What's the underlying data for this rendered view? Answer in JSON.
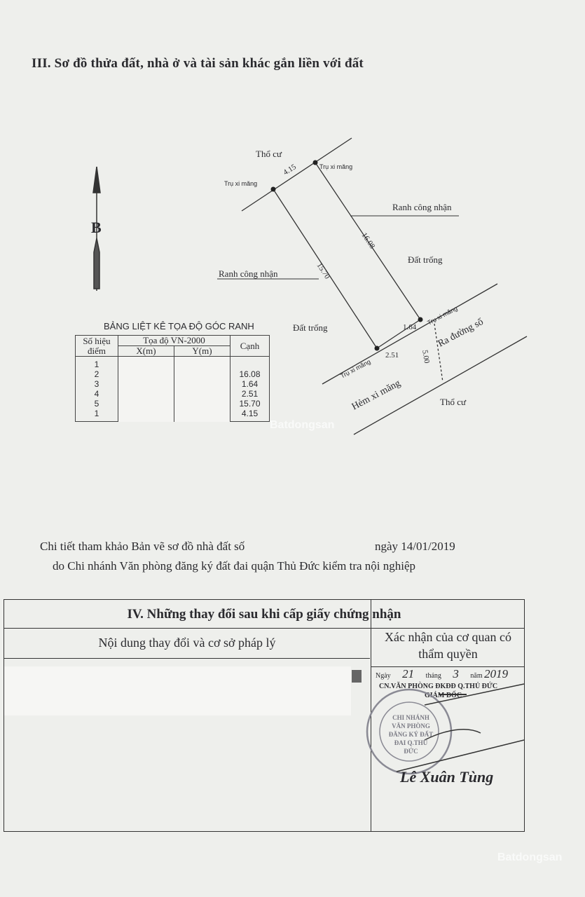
{
  "section3": {
    "title": "III. Sơ đồ thửa đất, nhà ở và tài sản khác gắn liền với đất",
    "north_label": "B",
    "diagram": {
      "tho_cu_top": "Thổ cư",
      "tru_1": "Trụ xi măng",
      "tru_2": "Trụ xi măng",
      "tru_3": "Trụ xi măng",
      "tru_4": "Trụ xi măng",
      "ranh_right": "Ranh công nhận",
      "ranh_left": "Ranh công nhận",
      "dat_trong_right": "Đất trống",
      "dat_trong_left": "Đất trống",
      "edge_top": "4.15",
      "edge_right": "16.08",
      "edge_left": "15.70",
      "edge_bottom_right": "1.64",
      "edge_bottom": "2.51",
      "road_width": "5.00",
      "ra_duong": "Ra đường số",
      "hem": "Hẻm xi măng",
      "tho_cu_bottom": "Thổ cư"
    },
    "table": {
      "title": "BẢNG LIỆT KÊ TỌA ĐỘ GÓC RANH",
      "col_point": "Số hiệu điểm",
      "col_coord": "Tọa độ VN-2000",
      "col_x": "X(m)",
      "col_y": "Y(m)",
      "col_edge": "Cạnh",
      "points": [
        "1",
        "2",
        "3",
        "4",
        "5",
        "1"
      ],
      "edges": [
        "",
        "16.08",
        "1.64",
        "2.51",
        "15.70",
        "4.15"
      ]
    },
    "ref_line1": "Chi tiết tham khảo Bản vẽ sơ đồ nhà đất số",
    "ref_date": "ngày 14/01/2019",
    "ref_line2": "do Chi nhánh Văn phòng đăng ký đất đai quận Thủ Đức kiểm tra nội nghiệp"
  },
  "section4": {
    "title": "IV. Những thay đổi sau khi cấp giấy chứng nhận",
    "col_left": "Nội dung thay đổi và cơ sở pháp lý",
    "col_right": "Xác nhận của cơ quan có thẩm quyền",
    "date_prefix": "Ngày",
    "day": "21",
    "month_label": "tháng",
    "month": "3",
    "year_label": "năm",
    "year": "2019",
    "office": "CN.VĂN PHÒNG ĐKĐĐ Q.THỦ ĐỨC",
    "position": "GIÁM ĐỐC",
    "stamp_text": "CHI NHÁNH VĂN PHÒNG ĐĂNG KÝ ĐẤT ĐAI Q.THỦ ĐỨC",
    "signer": "Lê Xuân Tùng"
  },
  "watermark": "Batdongsan"
}
